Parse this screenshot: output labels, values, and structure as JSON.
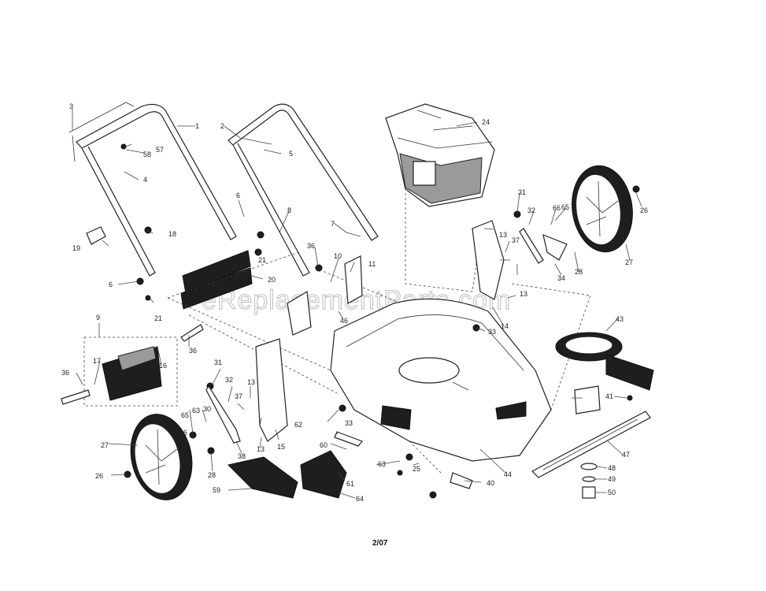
{
  "watermark": "eReplacementParts.com",
  "footer_text": "2/07",
  "labels": [
    "1",
    "2",
    "3",
    "4",
    "5",
    "6",
    "6",
    "7",
    "8",
    "9",
    "10",
    "11",
    "13",
    "13",
    "13",
    "13",
    "14",
    "15",
    "16",
    "17",
    "18",
    "19",
    "20",
    "21",
    "21",
    "24",
    "25",
    "26",
    "26",
    "27",
    "27",
    "28",
    "28",
    "30",
    "31",
    "31",
    "32",
    "32",
    "33",
    "33",
    "34",
    "36",
    "36",
    "36",
    "37",
    "37",
    "38",
    "40",
    "41",
    "43",
    "44",
    "46",
    "47",
    "48",
    "49",
    "50",
    "57",
    "58",
    "59",
    "60",
    "61",
    "62",
    "63",
    "63",
    "64",
    "65",
    "65",
    "66",
    "66"
  ]
}
